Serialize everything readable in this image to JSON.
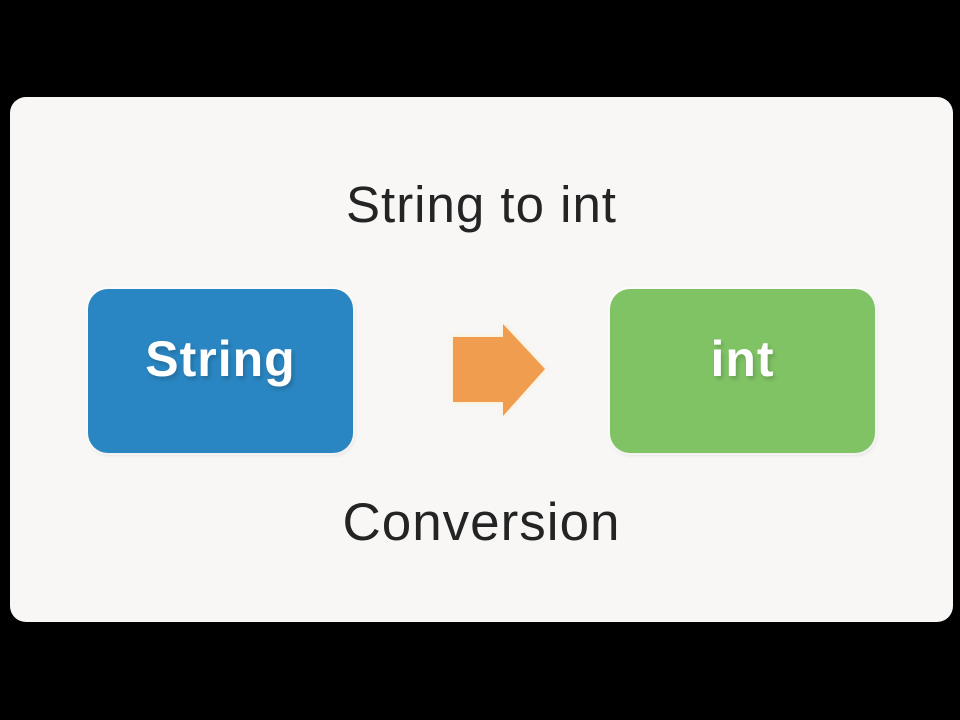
{
  "diagram": {
    "title": "String to int",
    "subtitle": "Conversion",
    "source_box": {
      "label": "String",
      "color": "#2a86c2"
    },
    "target_box": {
      "label": "int",
      "color": "#80c365"
    },
    "arrow": {
      "direction": "right",
      "color": "#f09d4f"
    },
    "colors": {
      "page_background": "#000000",
      "card_background": "#f8f7f6",
      "heading_text": "#242424",
      "box_text": "#ffffff"
    }
  }
}
